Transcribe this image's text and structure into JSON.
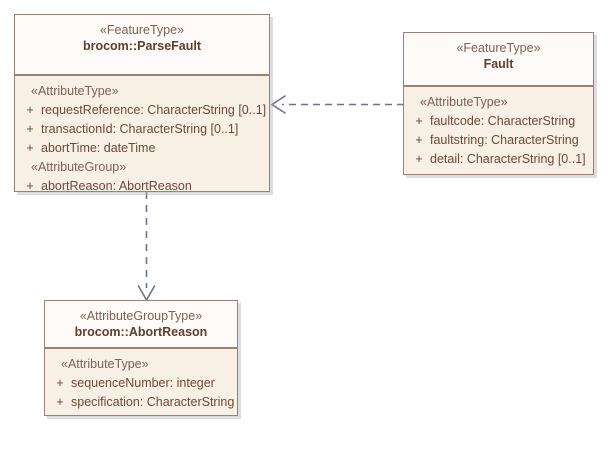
{
  "diagram": {
    "title": "UML class diagram",
    "type": "uml-class-diagram",
    "background_color": "#ffffff",
    "border_color": "#9d8075",
    "header_fill": "#fdfaf7",
    "compartment_fill": "#f8efe5",
    "text_color": "#6b4a3a",
    "stereotype_color": "#7c6257",
    "name_color": "#5e3f30",
    "connector_color": "#6b7394"
  },
  "classes": [
    {
      "id": "parsefault",
      "stereotype": "«FeatureType»",
      "name": "brocom::ParseFault",
      "groups": [
        {
          "stereotype": "«AttributeType»",
          "attributes": [
            {
              "visibility": "+",
              "text": "requestReference: CharacterString [0..1]"
            },
            {
              "visibility": "+",
              "text": "transactionId: CharacterString [0..1]"
            },
            {
              "visibility": "+",
              "text": "abortTime: dateTime"
            }
          ]
        },
        {
          "stereotype": "«AttributeGroup»",
          "attributes": [
            {
              "visibility": "+",
              "text": "abortReason: AbortReason"
            }
          ]
        }
      ]
    },
    {
      "id": "fault",
      "stereotype": "«FeatureType»",
      "name": "Fault",
      "groups": [
        {
          "stereotype": "«AttributeType»",
          "attributes": [
            {
              "visibility": "+",
              "text": "faultcode: CharacterString"
            },
            {
              "visibility": "+",
              "text": "faultstring: CharacterString"
            },
            {
              "visibility": "+",
              "text": "detail: CharacterString [0..1]"
            }
          ]
        }
      ]
    },
    {
      "id": "abortreason",
      "stereotype": "«AttributeGroupType»",
      "name": "brocom::AbortReason",
      "groups": [
        {
          "stereotype": "«AttributeType»",
          "attributes": [
            {
              "visibility": "+",
              "text": "sequenceNumber: integer"
            },
            {
              "visibility": "+",
              "text": "specification: CharacterString"
            }
          ]
        }
      ]
    }
  ],
  "connectors": [
    {
      "id": "fault-to-parsefault",
      "kind": "dependency",
      "line_style": "dashed",
      "arrowhead": "open",
      "direction": "left",
      "from": "Fault",
      "to": "brocom::ParseFault"
    },
    {
      "id": "parsefault-to-abortreason",
      "kind": "dependency",
      "line_style": "dashed",
      "arrowhead": "open",
      "direction": "down",
      "from": "brocom::ParseFault",
      "to": "brocom::AbortReason"
    }
  ]
}
